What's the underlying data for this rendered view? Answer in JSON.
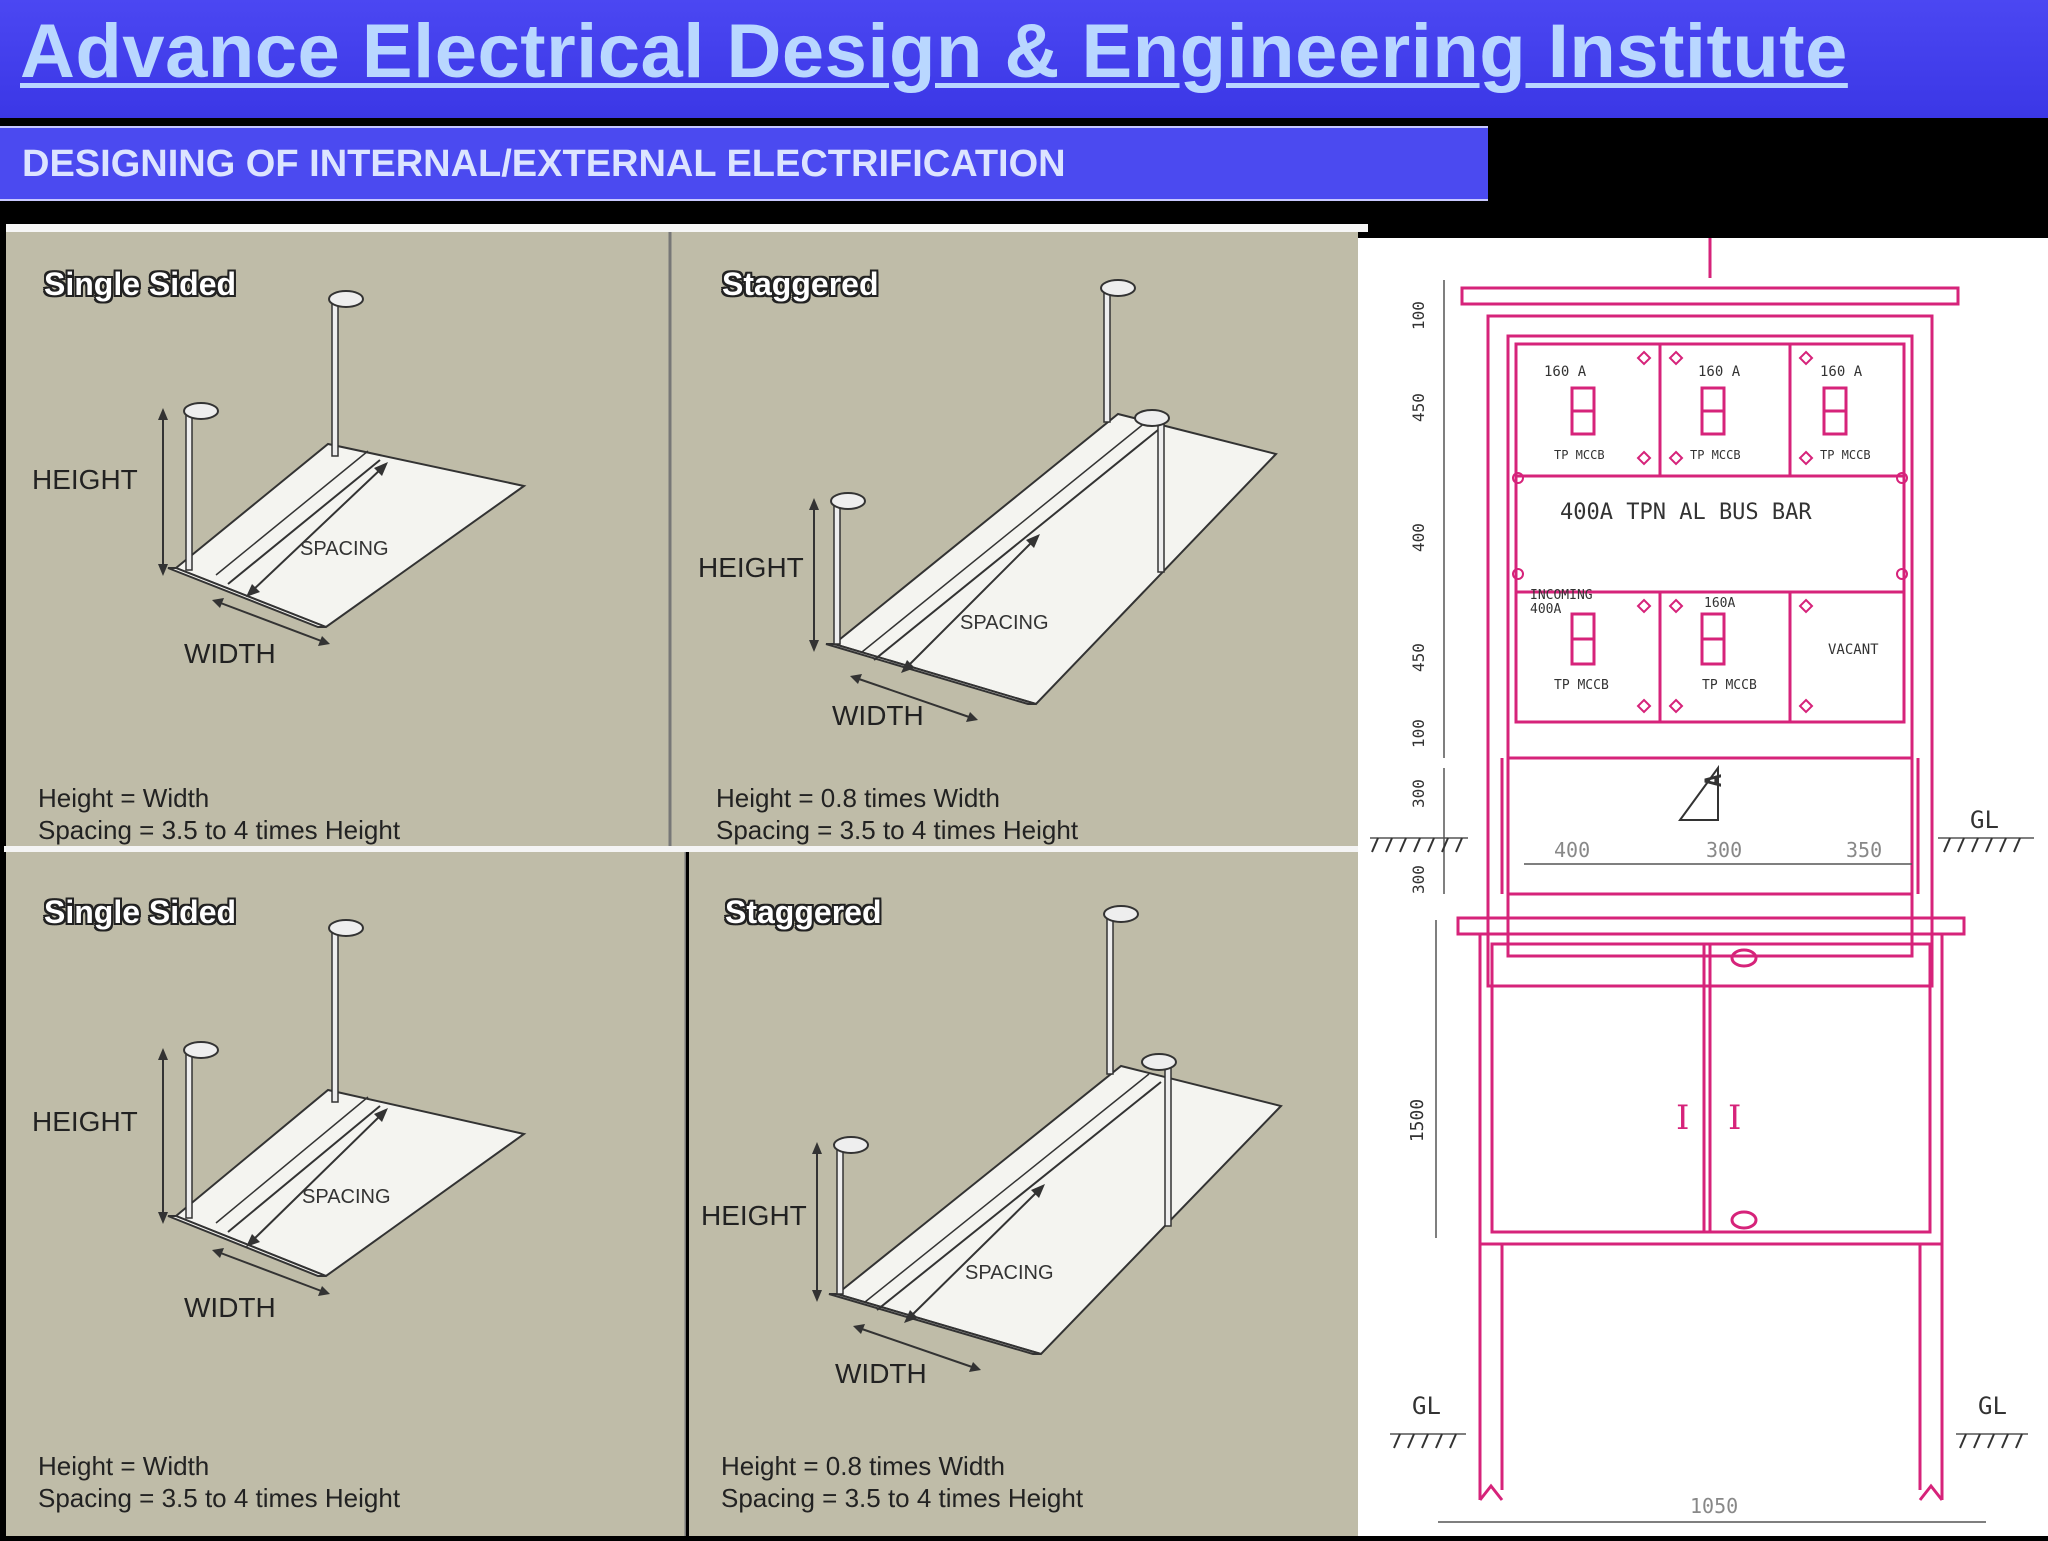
{
  "header": {
    "title": "Advance Electrical Design & Engineering Institute",
    "subtitle": "DESIGNING OF  INTERNAL/EXTERNAL ELECTRIFICATION"
  },
  "panels": [
    {
      "title": "Single Sided",
      "height_label": "HEIGHT",
      "width_label": "WIDTH",
      "spacing_label": "SPACING",
      "formula_1": "Height = Width",
      "formula_2": "Spacing = 3.5 to 4 times Height"
    },
    {
      "title": "Staggered",
      "height_label": "HEIGHT",
      "width_label": "WIDTH",
      "spacing_label": "SPACING",
      "formula_1": "Height = 0.8 times Width",
      "formula_2": "Spacing = 3.5 to 4 times Height"
    },
    {
      "title": "Single Sided",
      "height_label": "HEIGHT",
      "width_label": "WIDTH",
      "spacing_label": "SPACING",
      "formula_1": "Height = Width",
      "formula_2": "Spacing = 3.5 to 4 times Height"
    },
    {
      "title": "Staggered",
      "height_label": "HEIGHT",
      "width_label": "WIDTH",
      "spacing_label": "SPACING",
      "formula_1": "Height = 0.8 times Width",
      "formula_2": "Spacing = 3.5 to 4 times Height"
    }
  ],
  "feeder_pillar": {
    "vertical_dims": [
      "100",
      "450",
      "400",
      "450",
      "100",
      "300",
      "300",
      "1500"
    ],
    "horizontal_dims": [
      "400",
      "300",
      "350",
      "1050"
    ],
    "top_mccb": [
      {
        "rating": "160 A",
        "type": "TP MCCB"
      },
      {
        "rating": "160 A",
        "type": "TP MCCB"
      },
      {
        "rating": "160 A",
        "type": "TP MCCB"
      }
    ],
    "busbar_label": "400A TPN AL BUS BAR",
    "bottom_incoming_1": "INCOMING",
    "bottom_incoming_2": "400A",
    "bottom_incoming_type": "TP MCCB",
    "bottom_mid_rating": "160A",
    "bottom_mid_type": "TP MCCB",
    "vacant_label": "VACANT",
    "section_mark": "A",
    "ground_label": "GL",
    "door_marks": [
      "I",
      "I"
    ],
    "line_color": "#d6237a"
  }
}
